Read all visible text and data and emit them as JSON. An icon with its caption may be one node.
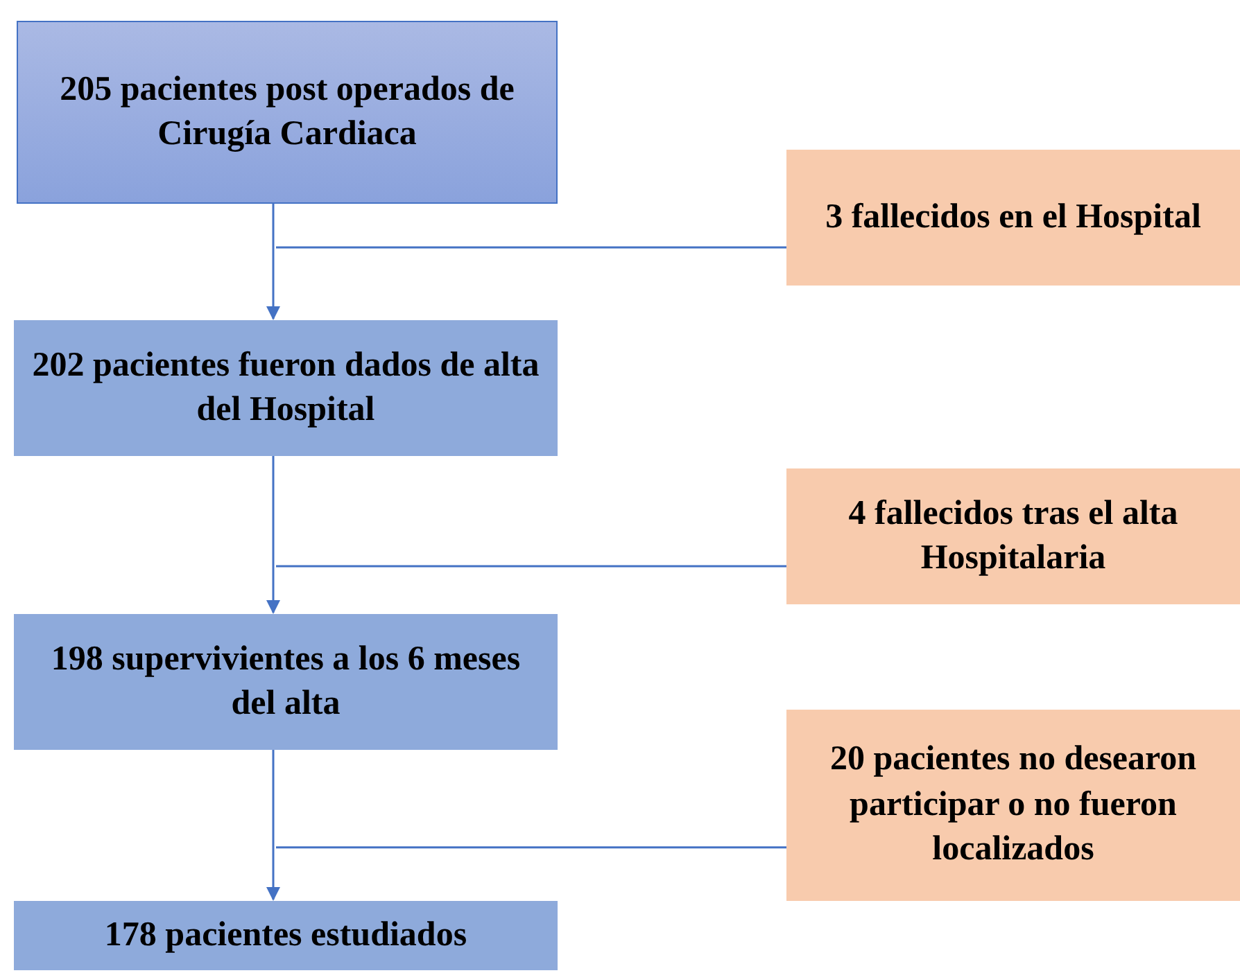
{
  "diagram": {
    "nodes": [
      {
        "text": [
          "205 pacientes post operados de Cirugía Cardiaca"
        ]
      },
      {
        "text": [
          "3 fallecidos en el Hospital"
        ]
      },
      {
        "text": [
          "202 pacientes fueron dados de alta del Hospital"
        ]
      },
      {
        "text": [
          "4 fallecidos tras el alta Hospitalaria"
        ]
      },
      {
        "text": [
          "198 supervivientes a los 6 meses del alta"
        ]
      },
      {
        "text": [
          "20 pacientes no desearon participar o no fueron localizados"
        ]
      },
      {
        "text": [
          "178 pacientes estudiados"
        ]
      }
    ],
    "edges": [
      {
        "from": 0,
        "to": 2,
        "arrow": "to"
      },
      {
        "from": 1,
        "to": null,
        "arrow": "none"
      },
      {
        "from": 2,
        "to": 4,
        "arrow": "to"
      },
      {
        "from": 3,
        "to": null,
        "arrow": "none"
      },
      {
        "from": 4,
        "to": 6,
        "arrow": "to"
      },
      {
        "from": 5,
        "to": null,
        "arrow": "none"
      }
    ]
  }
}
